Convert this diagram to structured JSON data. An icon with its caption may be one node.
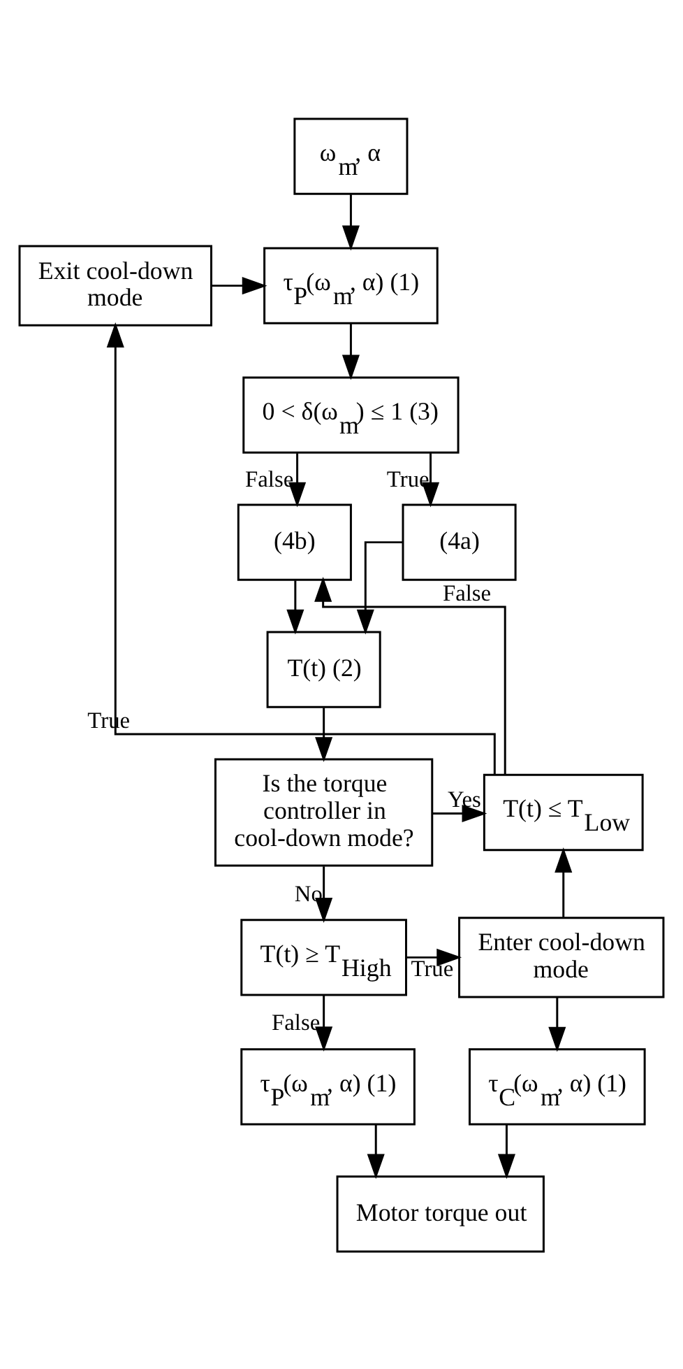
{
  "diagram": {
    "nodes": [
      {
        "text": [
          "ω$_{m}$, α"
        ]
      },
      {
        "text": [
          "Exit cool-down mode"
        ]
      },
      {
        "text": [
          "τ$_{P}$(ω$_{m}$, α) (1)"
        ]
      },
      {
        "text": [
          "0 < δ(ω$_{m}$) ≤ 1 (3)"
        ]
      },
      {
        "text": [
          "(4b)"
        ]
      },
      {
        "text": [
          "(4a)"
        ]
      },
      {
        "text": [
          "T(t) (2)"
        ]
      },
      {
        "text": [
          "Is the torque controller in cool-down mode?"
        ]
      },
      {
        "text": [
          "T(t) ≤ T$_{Low}$"
        ]
      },
      {
        "text": [
          "Enter cool-down mode"
        ]
      },
      {
        "text": [
          "T(t) ≥ T$_{High}$"
        ]
      },
      {
        "text": [
          "τ$_{C}$(ω$_{m}$, α) (1)"
        ]
      },
      {
        "text": [
          "τ$_{P}$(ω$_{m}$, α) (1)"
        ]
      },
      {
        "text": [
          "Motor torque out"
        ]
      }
    ],
    "edges": [
      {
        "from": 0,
        "to": 2,
        "arrow": "to"
      },
      {
        "from": 8,
        "to": 1,
        "arrow": "to",
        "label": "True"
      },
      {
        "from": 1,
        "to": 2,
        "arrow": "to"
      },
      {
        "from": 2,
        "to": 3,
        "arrow": "to"
      },
      {
        "from": 3,
        "to": 4,
        "arrow": "to",
        "label": "False"
      },
      {
        "from": 3,
        "to": 5,
        "arrow": "to",
        "label": "True"
      },
      {
        "from": 8,
        "to": 4,
        "arrow": "to",
        "label": "False"
      },
      {
        "from": 4,
        "to": 6,
        "arrow": "to"
      },
      {
        "from": 5,
        "to": 6,
        "arrow": "to"
      },
      {
        "from": 6,
        "to": 7,
        "arrow": "to"
      },
      {
        "from": 7,
        "to": 8,
        "arrow": "to",
        "label": "Yes"
      },
      {
        "from": 7,
        "to": 10,
        "arrow": "to",
        "label": "No"
      },
      {
        "from": 10,
        "to": 9,
        "arrow": "to",
        "label": "True"
      },
      {
        "from": 10,
        "to": 12,
        "arrow": "to",
        "label": "False"
      },
      {
        "from": 9,
        "to": 8,
        "arrow": "to"
      },
      {
        "from": 9,
        "to": 11,
        "arrow": "to"
      },
      {
        "from": 11,
        "to": 13,
        "arrow": "to"
      },
      {
        "from": 12,
        "to": 13,
        "arrow": "to"
      }
    ]
  }
}
